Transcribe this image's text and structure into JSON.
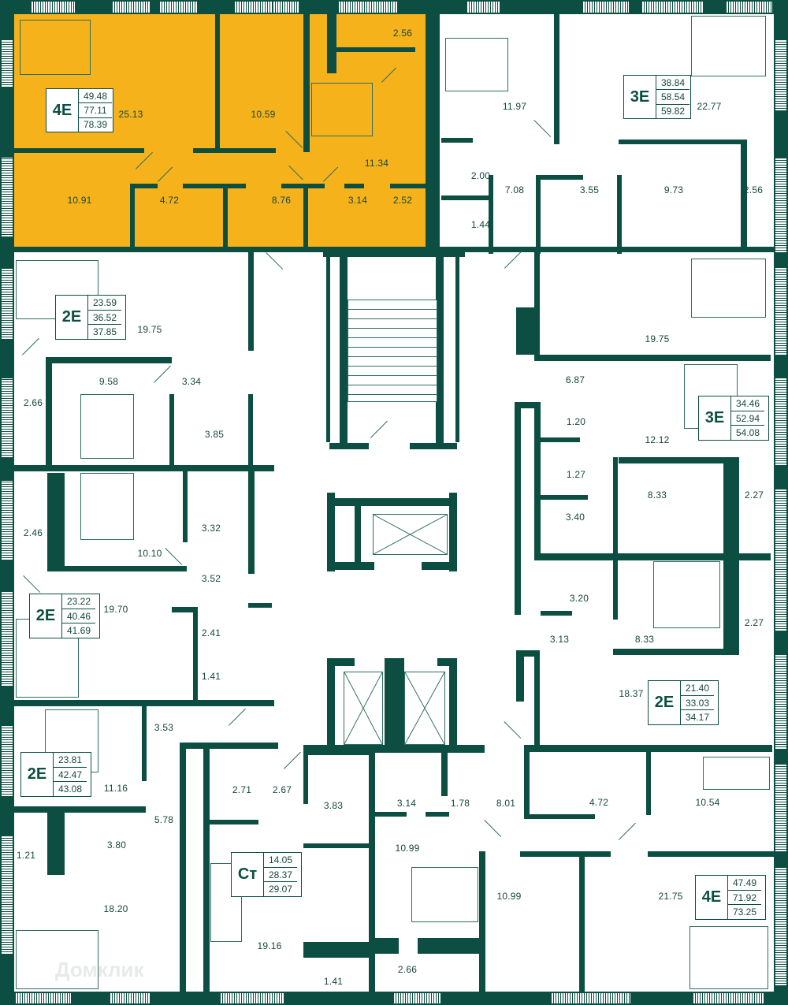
{
  "plan": {
    "colors": {
      "wall": "#0c4f42",
      "selected_apartment": "#f5b21a",
      "background": "#ffffff",
      "text": "#17473d"
    },
    "selected_apartment_index": 0,
    "watermark": "Домклик"
  },
  "apartments": [
    {
      "type": "4E",
      "living_area": "49.48",
      "total_area": "77.11",
      "total_with_balcony": "78.39",
      "rooms": [
        "25.13",
        "10.59",
        "2.56",
        "11.34",
        "10.91",
        "4.72",
        "8.76",
        "3.14",
        "2.52"
      ]
    },
    {
      "type": "3E",
      "living_area": "38.84",
      "total_area": "58.54",
      "total_with_balcony": "59.82",
      "rooms": [
        "11.97",
        "22.77",
        "2.00",
        "7.08",
        "1.44",
        "3.55",
        "9.73",
        "2.56"
      ]
    },
    {
      "type": "2E",
      "living_area": "23.59",
      "total_area": "36.52",
      "total_with_balcony": "37.85",
      "rooms": [
        "19.75",
        "2.66",
        "9.58",
        "3.34",
        "3.85"
      ]
    },
    {
      "type": "3E",
      "living_area": "34.46",
      "total_area": "52.94",
      "total_with_balcony": "54.08",
      "rooms": [
        "19.75",
        "6.87",
        "1.20",
        "12.12",
        "1.27",
        "8.33",
        "2.27",
        "3.40",
        "3.20",
        "8.33",
        "2.27",
        "3.13"
      ]
    },
    {
      "type": "2E",
      "living_area": "23.22",
      "total_area": "40.46",
      "total_with_balcony": "41.69",
      "rooms": [
        "2.46",
        "10.10",
        "3.32",
        "3.52",
        "19.70",
        "2.41",
        "1.41"
      ]
    },
    {
      "type": "2E",
      "living_area": "21.40",
      "total_area": "33.03",
      "total_with_balcony": "34.17",
      "rooms": [
        "18.37"
      ]
    },
    {
      "type": "2E",
      "living_area": "23.81",
      "total_area": "42.47",
      "total_with_balcony": "43.08",
      "rooms": [
        "3.53",
        "11.16",
        "5.78",
        "3.80",
        "1.21",
        "18.20"
      ]
    },
    {
      "type": "Ст",
      "living_area": "14.05",
      "total_area": "28.37",
      "total_with_balcony": "29.07",
      "rooms": [
        "2.71",
        "2.67",
        "3.83",
        "19.16",
        "1.41"
      ]
    },
    {
      "type": "4E",
      "living_area": "47.49",
      "total_area": "71.92",
      "total_with_balcony": "73.25",
      "rooms": [
        "3.14",
        "1.78",
        "8.01",
        "10.99",
        "10.99",
        "2.66",
        "4.72",
        "10.54",
        "21.75"
      ]
    }
  ],
  "core": {
    "stair_icon": "stairs-icon",
    "elevator_icon": "elevator-icon"
  }
}
